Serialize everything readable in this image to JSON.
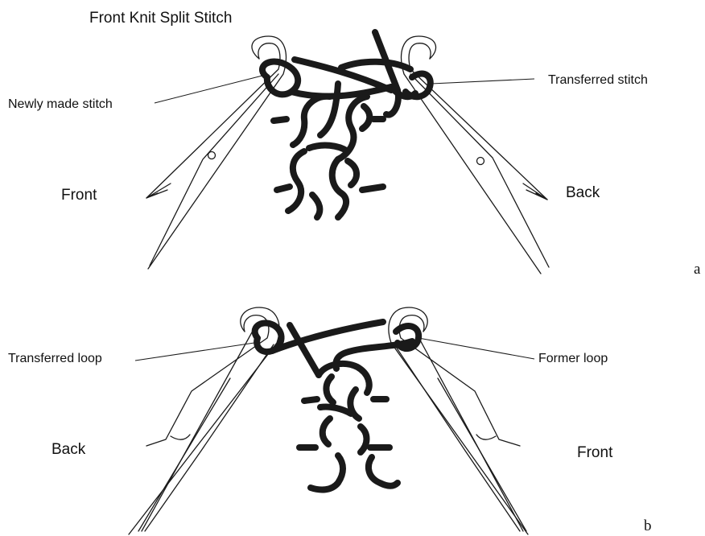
{
  "title": "Front Knit Split Stitch",
  "panel_a": {
    "label_newly_made": "Newly made stitch",
    "label_transferred": "Transferred stitch",
    "side_left": "Front",
    "side_right": "Back",
    "panel_letter": "a"
  },
  "panel_b": {
    "label_transferred": "Transferred loop",
    "label_former": "Former loop",
    "side_left": "Back",
    "side_right": "Front",
    "panel_letter": "b"
  },
  "colors": {
    "ink": "#1a1a1a",
    "background": "#ffffff"
  }
}
